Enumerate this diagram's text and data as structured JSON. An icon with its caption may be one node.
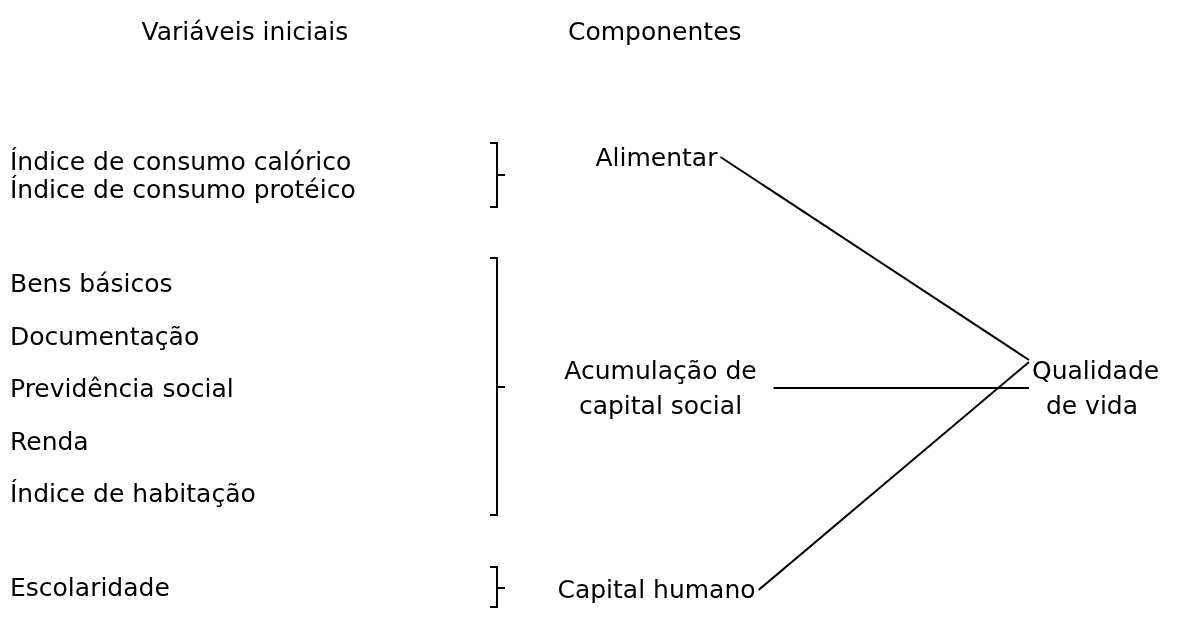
{
  "diagram": {
    "nodes": [
      {
        "text": [
          "Alimentar"
        ]
      },
      {
        "text": [
          "Acumulação de capital social"
        ]
      },
      {
        "text": [
          "Capital humano"
        ]
      },
      {
        "text": [
          "Qualidade de vida"
        ]
      }
    ],
    "edges": [
      {
        "from": 0,
        "to": 3,
        "arrow": "none"
      },
      {
        "from": 1,
        "to": 3,
        "arrow": "none"
      },
      {
        "from": 2,
        "to": 3,
        "arrow": "none"
      }
    ],
    "labels": [
      "Variáveis iniciais",
      "Componentes",
      "Índice de consumo calórico",
      "Índice de consumo protéico",
      "Bens básicos",
      "Documentação",
      "Previdência social",
      "Renda",
      "Índice de habitação",
      "Escolaridade"
    ]
  }
}
